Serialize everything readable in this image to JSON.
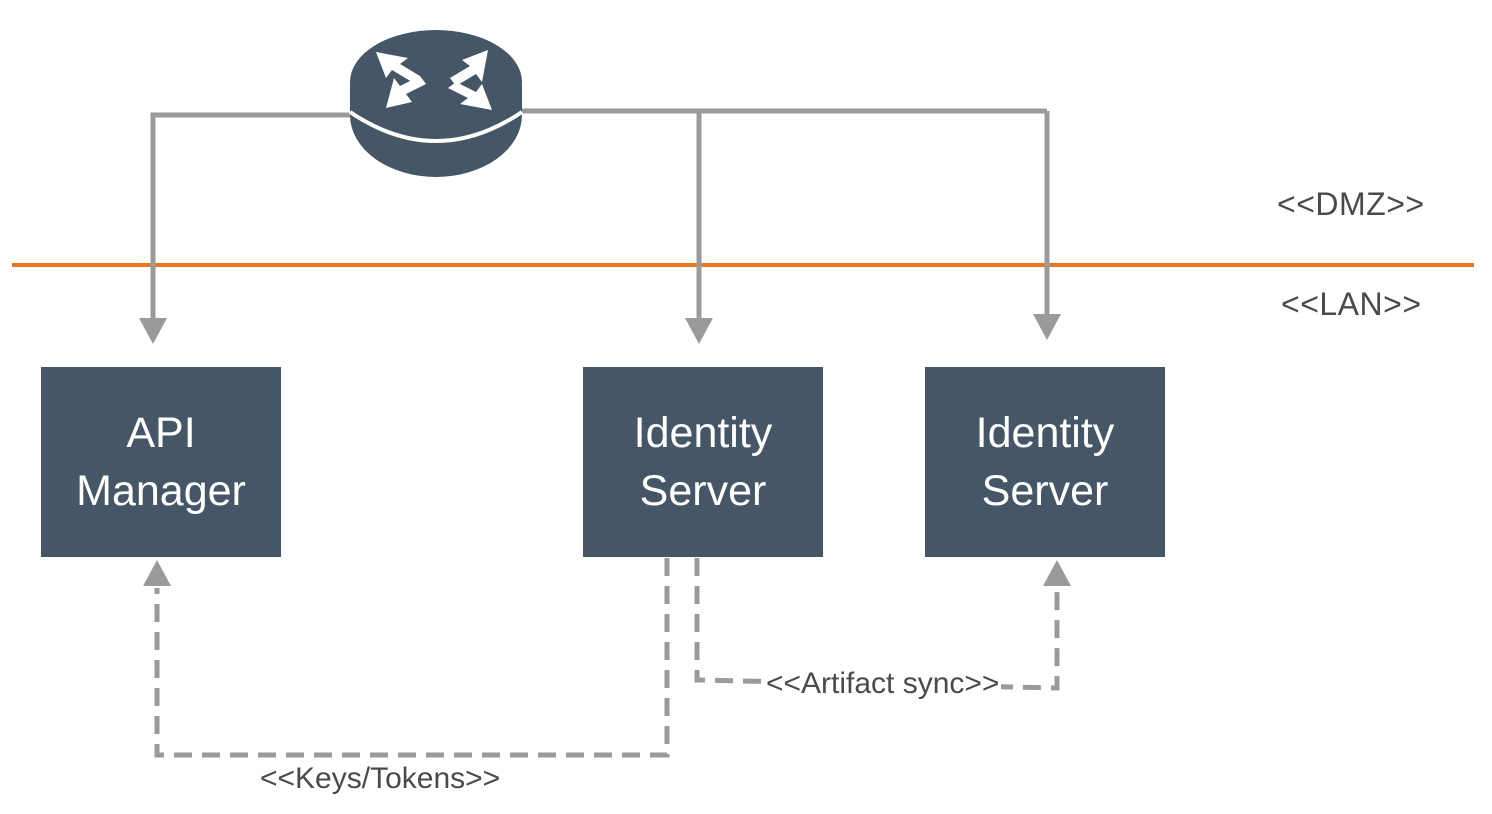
{
  "zones": {
    "dmz": "<<DMZ>>",
    "lan": "<<LAN>>"
  },
  "nodes": [
    {
      "id": "api-manager",
      "line1": "API",
      "line2": "Manager"
    },
    {
      "id": "identity-server-1",
      "line1": "Identity",
      "line2": "Server"
    },
    {
      "id": "identity-server-2",
      "line1": "Identity",
      "line2": "Server"
    }
  ],
  "router": {
    "icon": "router-icon"
  },
  "flows": {
    "keys_tokens": "<<Keys/Tokens>>",
    "artifact_sync": "<<Artifact sync>>"
  },
  "colors": {
    "node_fill": "#455667",
    "router_fill": "#455667",
    "connector": "#9a9a9a",
    "boundary": "#e8771e",
    "text": "#4a4a4a"
  }
}
